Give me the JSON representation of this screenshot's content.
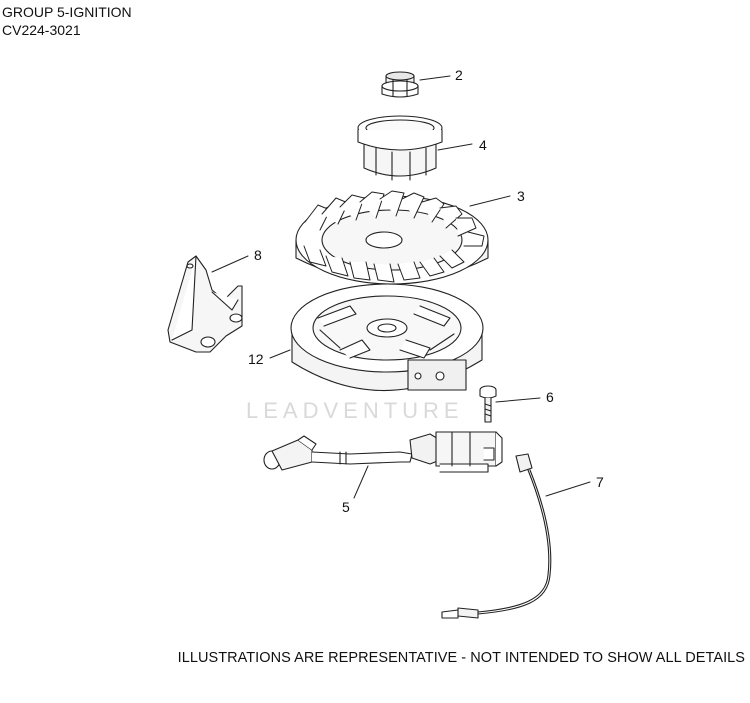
{
  "header": {
    "group": "GROUP 5-IGNITION",
    "model": "CV224-3021"
  },
  "watermark": "LEADVENTURE",
  "callouts": [
    {
      "id": "2"
    },
    {
      "id": "4"
    },
    {
      "id": "3"
    },
    {
      "id": "8"
    },
    {
      "id": "12"
    },
    {
      "id": "6"
    },
    {
      "id": "5"
    },
    {
      "id": "7"
    }
  ],
  "footer": "ILLUSTRATIONS ARE REPRESENTATIVE - NOT INTENDED TO SHOW ALL DETAILS"
}
